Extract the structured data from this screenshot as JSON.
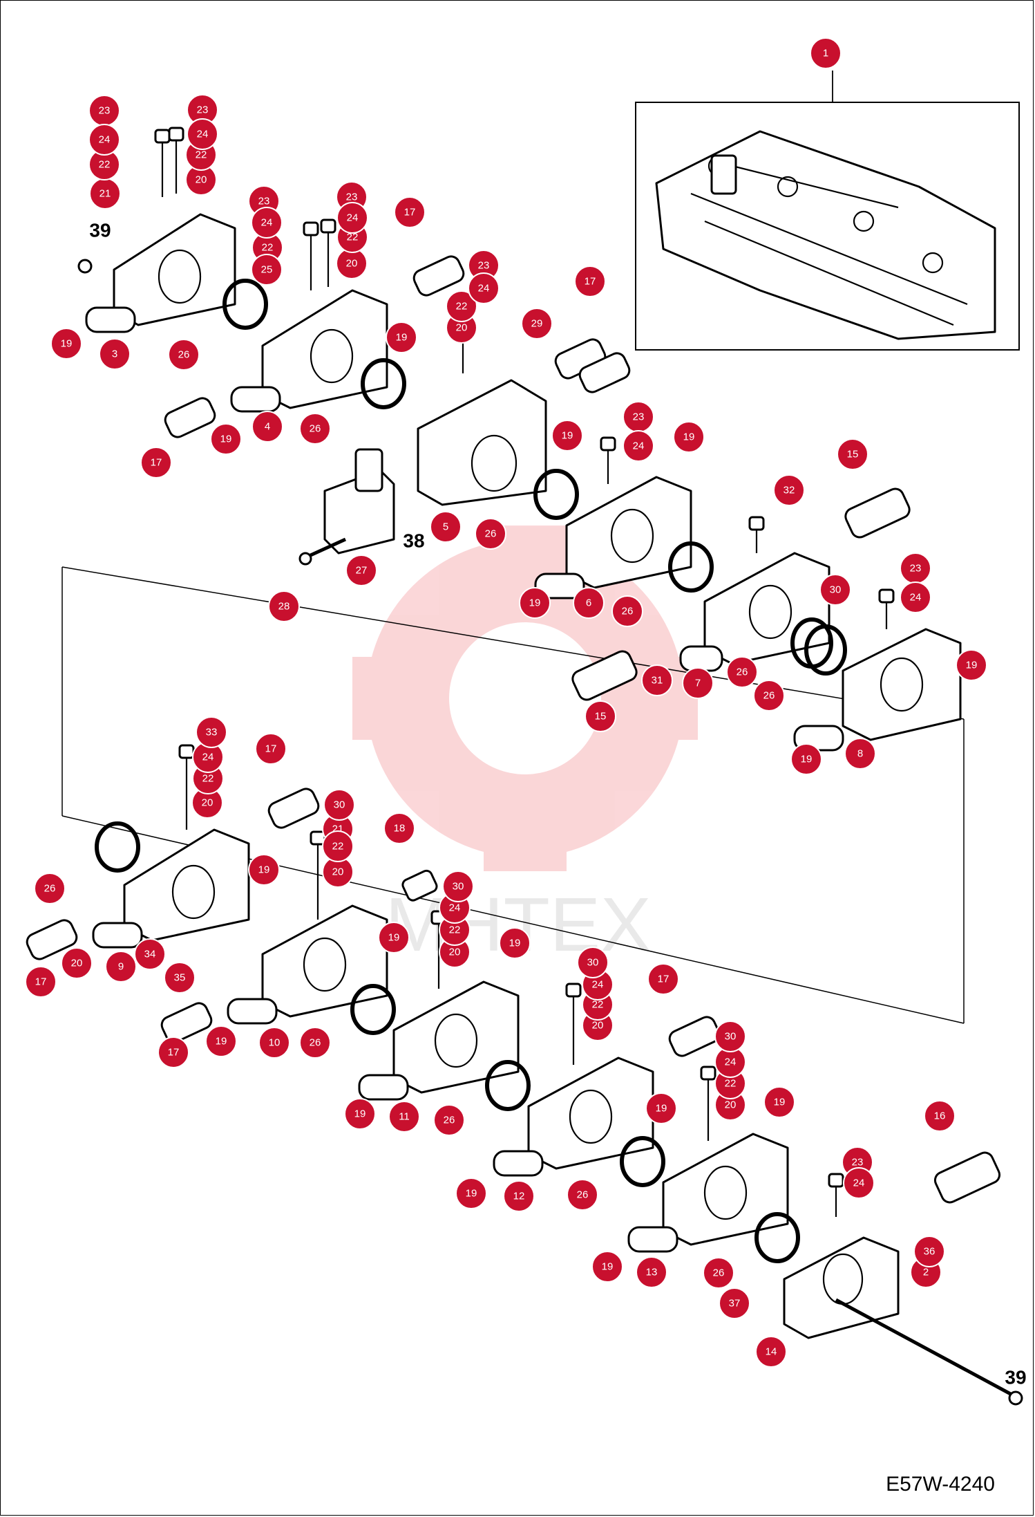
{
  "drawing_code": "E57W-4240",
  "watermark_text": "MHTEX",
  "colors": {
    "badge": "#c8102e",
    "line": "#000000",
    "watermark": "#e8202a"
  },
  "callouts": [
    "1",
    "2",
    "3",
    "4",
    "5",
    "6",
    "7",
    "8",
    "9",
    "10",
    "11",
    "12",
    "13",
    "14",
    "15",
    "16",
    "17",
    "18",
    "19",
    "20",
    "21",
    "22",
    "23",
    "24",
    "25",
    "26",
    "27",
    "28",
    "29",
    "30",
    "31",
    "32",
    "33",
    "34",
    "35",
    "36",
    "37",
    "38",
    "39"
  ]
}
